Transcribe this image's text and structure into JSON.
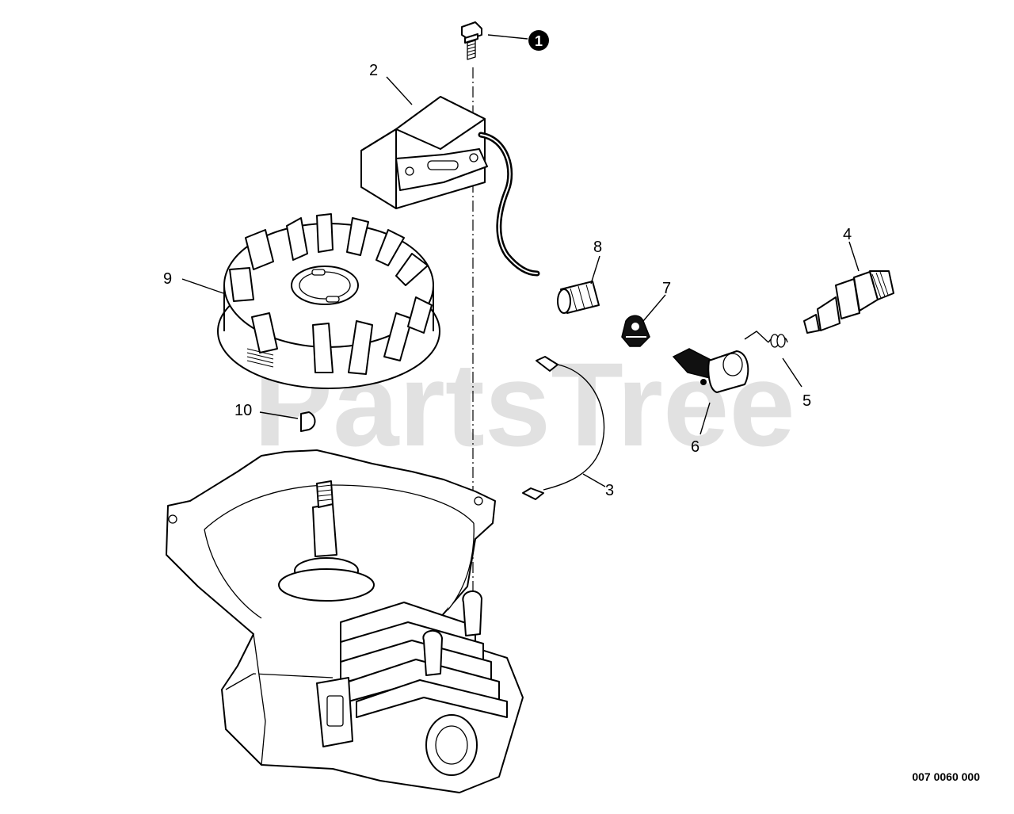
{
  "watermark": "PartsTree",
  "drawing_code": "007 0060 000",
  "callouts": [
    {
      "id": "1",
      "label": "1",
      "circled": true
    },
    {
      "id": "2",
      "label": "2"
    },
    {
      "id": "3",
      "label": "3"
    },
    {
      "id": "4",
      "label": "4"
    },
    {
      "id": "5",
      "label": "5"
    },
    {
      "id": "6",
      "label": "6"
    },
    {
      "id": "7",
      "label": "7"
    },
    {
      "id": "8",
      "label": "8"
    },
    {
      "id": "9",
      "label": "9"
    },
    {
      "id": "10",
      "label": "10"
    }
  ]
}
